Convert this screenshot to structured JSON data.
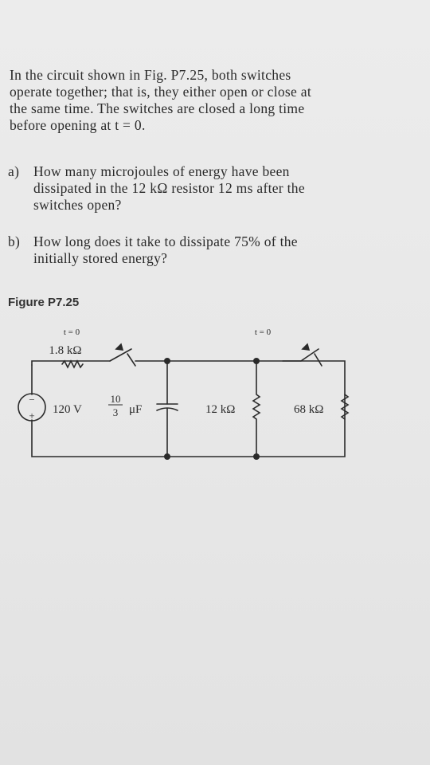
{
  "problem": {
    "intro_lines": [
      "In the circuit shown in Fig. P7.25, both switches",
      "operate together; that is, they either open or close at",
      "the same time. The switches are closed a long time",
      "before opening at t = 0."
    ],
    "part_a": {
      "label": "a)",
      "lines": [
        "How many microjoules of energy have been",
        "dissipated in the 12 kΩ resistor 12 ms after the",
        "switches open?"
      ]
    },
    "part_b": {
      "label": "b)",
      "lines": [
        "How long does it take to dissipate 75% of the",
        "initially stored energy?"
      ]
    }
  },
  "figure": {
    "title": "Figure P7.25",
    "switch_left_label": "t = 0",
    "switch_right_label": "t = 0",
    "resistor_series": "1.8 kΩ",
    "source_value": "120 V",
    "source_minus": "−",
    "source_plus": "+",
    "cap_numerator": "10",
    "cap_denominator": "3",
    "cap_unit": "μF",
    "resistor_mid": "12 kΩ",
    "resistor_right": "68 kΩ"
  }
}
